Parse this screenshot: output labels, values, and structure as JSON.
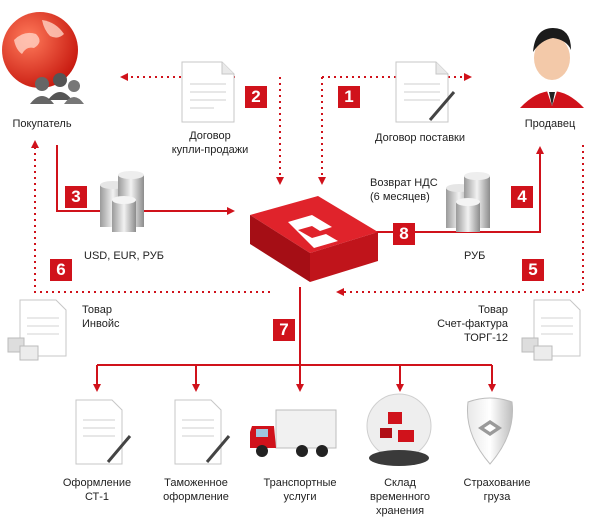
{
  "colors": {
    "red": "#d0121b",
    "dark_red": "#9e0b11",
    "silver": "#c9c9c9"
  },
  "parties": {
    "buyer": {
      "label": "Покупатель",
      "icon": "globe-people-icon"
    },
    "seller": {
      "label": "Продавец",
      "icon": "seller-avatar-icon"
    },
    "hub": {
      "icon": "company-logo-block-icon"
    }
  },
  "documents": {
    "purchase_contract": {
      "line1": "Договор",
      "line2": "купли-продажи",
      "icon": "document-icon"
    },
    "supply_contract": {
      "line1": "Договор поставки",
      "icon": "document-pen-icon"
    },
    "goods_invoice": {
      "line1": "Товар",
      "line2": "Инвойс",
      "icon": "document-boxes-icon"
    },
    "goods_torg": {
      "line1": "Товар",
      "line2": "Счет-фактура",
      "line3": "ТОРГ-12",
      "icon": "document-boxes-icon"
    }
  },
  "payments": {
    "currencies": {
      "label": "USD, EUR, РУБ",
      "icon": "coins-stack-icon"
    },
    "rub": {
      "label": "РУБ",
      "icon": "coins-stack-icon"
    },
    "vat": {
      "line1": "Возврат НДС",
      "line2": "(6 месяцев)"
    }
  },
  "steps": [
    "1",
    "2",
    "3",
    "4",
    "5",
    "6",
    "7",
    "8"
  ],
  "services": [
    {
      "line1": "Оформление",
      "line2": "СТ-1",
      "line3": "",
      "icon": "document-pen-icon"
    },
    {
      "line1": "Таможенное",
      "line2": "оформление",
      "line3": "",
      "icon": "document-pen-icon"
    },
    {
      "line1": "Транспортные",
      "line2": "услуги",
      "line3": "",
      "icon": "truck-icon"
    },
    {
      "line1": "Склад",
      "line2": "временного",
      "line3": "хранения",
      "icon": "warehouse-globe-icon"
    },
    {
      "line1": "Страхование",
      "line2": "груза",
      "line3": "",
      "icon": "insurance-shield-icon"
    }
  ]
}
